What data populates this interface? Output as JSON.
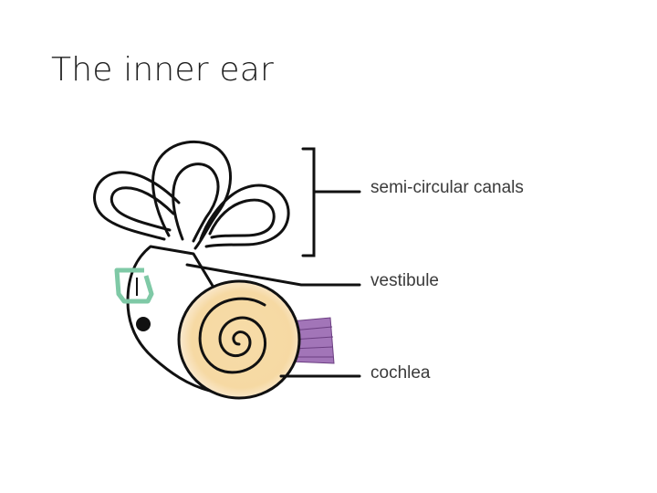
{
  "slide": {
    "title": "The inner ear"
  },
  "diagram": {
    "labels": {
      "canals": "semi-circular canals",
      "vestibule": "vestibule",
      "cochlea": "cochlea"
    },
    "colors": {
      "cochlea_fill": "#f6d9a3",
      "oval_window": "#7fc9a6",
      "nerve": "#a275b8",
      "outline": "#111111"
    }
  }
}
